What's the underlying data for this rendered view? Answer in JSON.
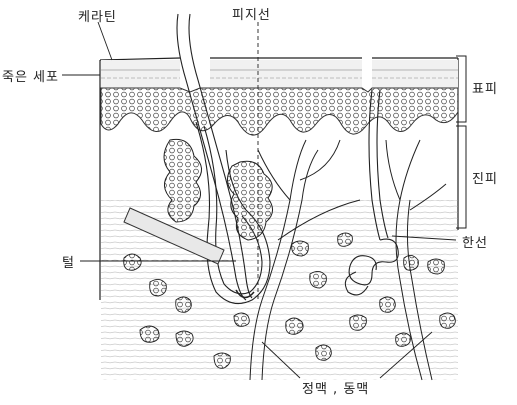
{
  "labels": {
    "keratin": "케라틴",
    "sebaceous_gland": "피지선",
    "dead_cells": "죽은 세포",
    "epidermis": "표피",
    "dermis": "진피",
    "hair": "털",
    "sweat_gland": "한선",
    "vein_artery": "정맥 , 동맥"
  }
}
